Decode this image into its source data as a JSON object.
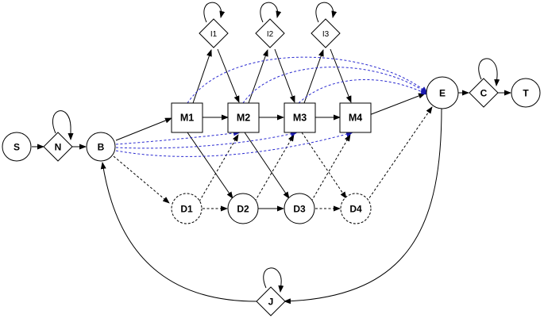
{
  "nodes": {
    "S": "S",
    "N": "N",
    "B": "B",
    "M1": "M1",
    "M2": "M2",
    "M3": "M3",
    "M4": "M4",
    "I1": "I1",
    "I2": "I2",
    "I3": "I3",
    "D1": "D1",
    "D2": "D2",
    "D3": "D3",
    "D4": "D4",
    "E": "E",
    "C": "C",
    "T": "T",
    "J": "J"
  },
  "colors": {
    "stroke": "#000000",
    "blue_edge": "#2a2ad0",
    "background": "#ffffff"
  }
}
